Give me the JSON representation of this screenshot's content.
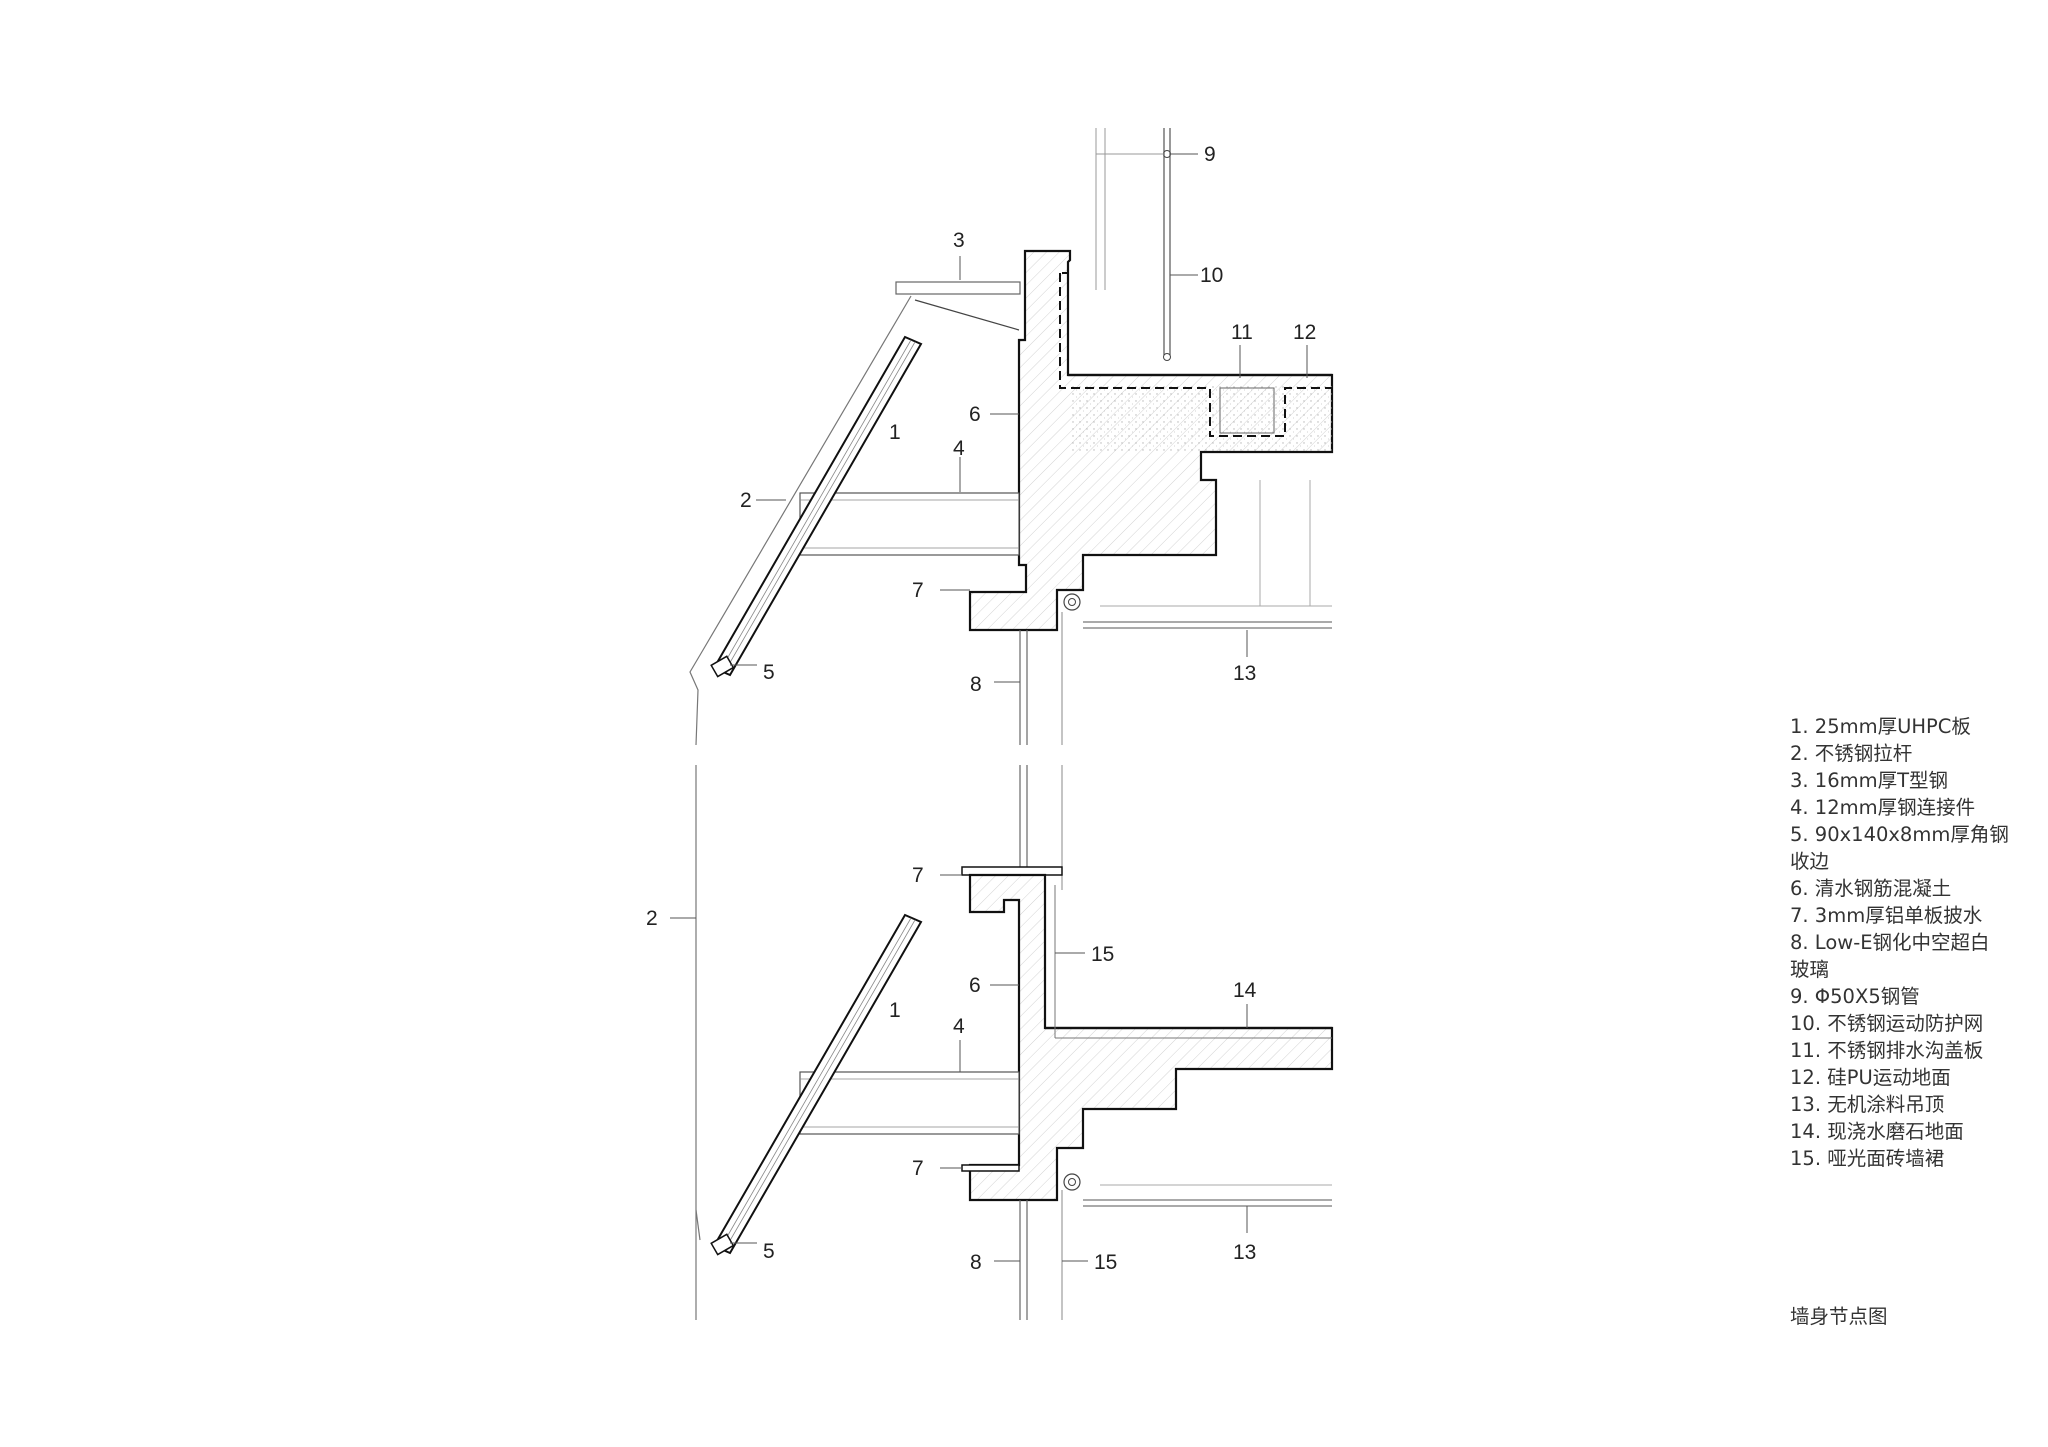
{
  "labels": {
    "n1": "1",
    "n2": "2",
    "n3": "3",
    "n4": "4",
    "n5": "5",
    "n6": "6",
    "n7": "7",
    "n8": "8",
    "n9": "9",
    "n10": "10",
    "n11": "11",
    "n12": "12",
    "n13": "13",
    "n14": "14",
    "n15": "15"
  },
  "legend": [
    "1. 25mm厚UHPC板",
    "2. 不锈钢拉杆",
    "3. 16mm厚T型钢",
    "4. 12mm厚钢连接件",
    "5. 90x140x8mm厚角钢\n收边",
    "6. 清水钢筋混凝土",
    "7. 3mm厚铝单板披水",
    "8. Low-E钢化中空超白\n玻璃",
    "9. Φ50X5钢管",
    "10. 不锈钢运动防护网",
    "11. 不锈钢排水沟盖板",
    "12. 硅PU运动地面",
    "13. 无机涂料吊顶",
    "14. 现浇水磨石地面",
    "15. 哑光面砖墙裙"
  ],
  "caption": "墙身节点图"
}
